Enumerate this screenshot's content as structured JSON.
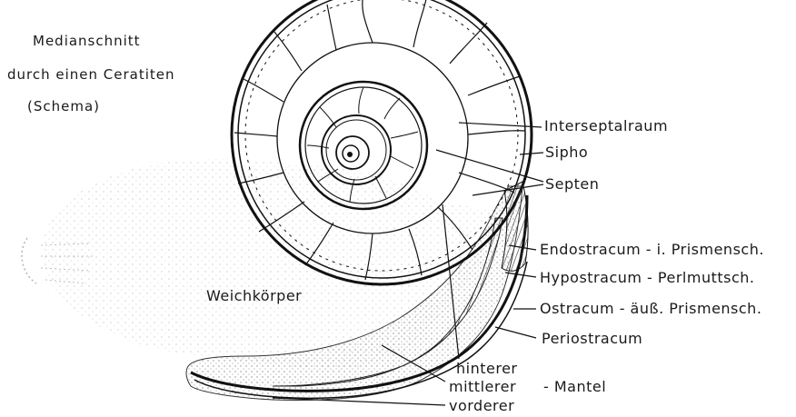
{
  "title": {
    "line1": "Medianschnitt",
    "line2": "durch einen Ceratiten",
    "line3": "(Schema)"
  },
  "labels": {
    "interseptalraum": "Interseptalraum",
    "sipho": "Sipho",
    "septen": "Septen",
    "endostracum": "Endostracum - i. Prismensch.",
    "hypostracum": "Hypostracum - Perlmuttsch.",
    "ostracum": "Ostracum - äuß. Prismensch.",
    "periostracum": "Periostracum",
    "weichkoerper": "Weichkörper",
    "hinterer": "hinterer",
    "mittlerer": "mittlerer",
    "mantel": "- Mantel",
    "vorderer": "vorderer"
  },
  "colors": {
    "ink": "#1a1a1a",
    "stipple": "#9a9a9a",
    "background": "#ffffff"
  }
}
